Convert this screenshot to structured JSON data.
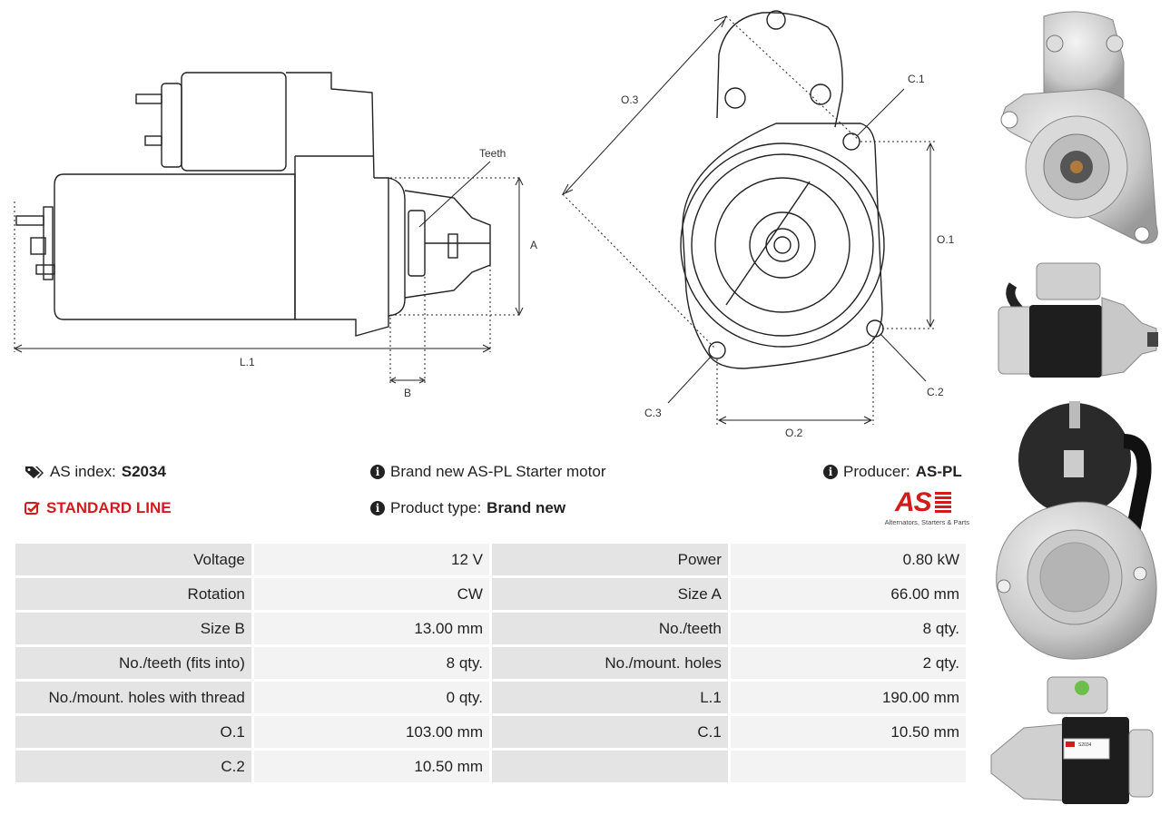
{
  "drawing": {
    "labels": {
      "teeth": "Teeth",
      "a": "A",
      "b": "B",
      "l1": "L.1",
      "o1": "O.1",
      "o2": "O.2",
      "o3": "O.3",
      "c1": "C.1",
      "c2": "C.2",
      "c3": "C.3"
    }
  },
  "info": {
    "as_index_label": "AS index:",
    "as_index_value": "S2034",
    "line": "STANDARD LINE",
    "description": "Brand new AS-PL Starter motor",
    "product_type_label": "Product type:",
    "product_type_value": "Brand new",
    "producer_label": "Producer:",
    "producer_value": "AS-PL",
    "logo_text": "AS",
    "logo_tagline": "Alternators, Starters & Parts"
  },
  "specs": [
    {
      "k1": "Voltage",
      "v1": "12 V",
      "k2": "Power",
      "v2": "0.80 kW"
    },
    {
      "k1": "Rotation",
      "v1": "CW",
      "k2": "Size A",
      "v2": "66.00 mm"
    },
    {
      "k1": "Size B",
      "v1": "13.00 mm",
      "k2": "No./teeth",
      "v2": "8 qty."
    },
    {
      "k1": "No./teeth (fits into)",
      "v1": "8 qty.",
      "k2": "No./mount. holes",
      "v2": "2 qty."
    },
    {
      "k1": "No./mount. holes with thread",
      "v1": "0 qty.",
      "k2": "L.1",
      "v2": "190.00 mm"
    },
    {
      "k1": "O.1",
      "v1": "103.00 mm",
      "k2": "C.1",
      "v2": "10.50 mm"
    },
    {
      "k1": "C.2",
      "v1": "10.50 mm",
      "k2": "",
      "v2": ""
    }
  ],
  "photos": {
    "sticker_text": "S2034"
  },
  "colors": {
    "accent_red": "#d21c1c",
    "cell_key": "#e4e4e4",
    "cell_value": "#f3f3f3"
  }
}
